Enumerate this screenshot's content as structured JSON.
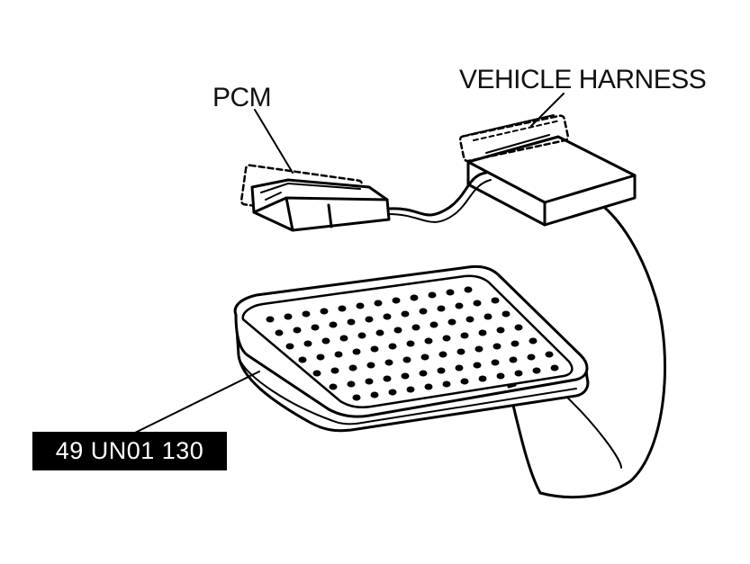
{
  "labels": {
    "pcm": "PCM",
    "vehicle_harness": "VEHICLE HARNESS"
  },
  "part_number": "49 UN01 130",
  "colors": {
    "ink": "#000000",
    "paper": "#ffffff",
    "label_box": "#000000",
    "label_text": "#ffffff"
  }
}
